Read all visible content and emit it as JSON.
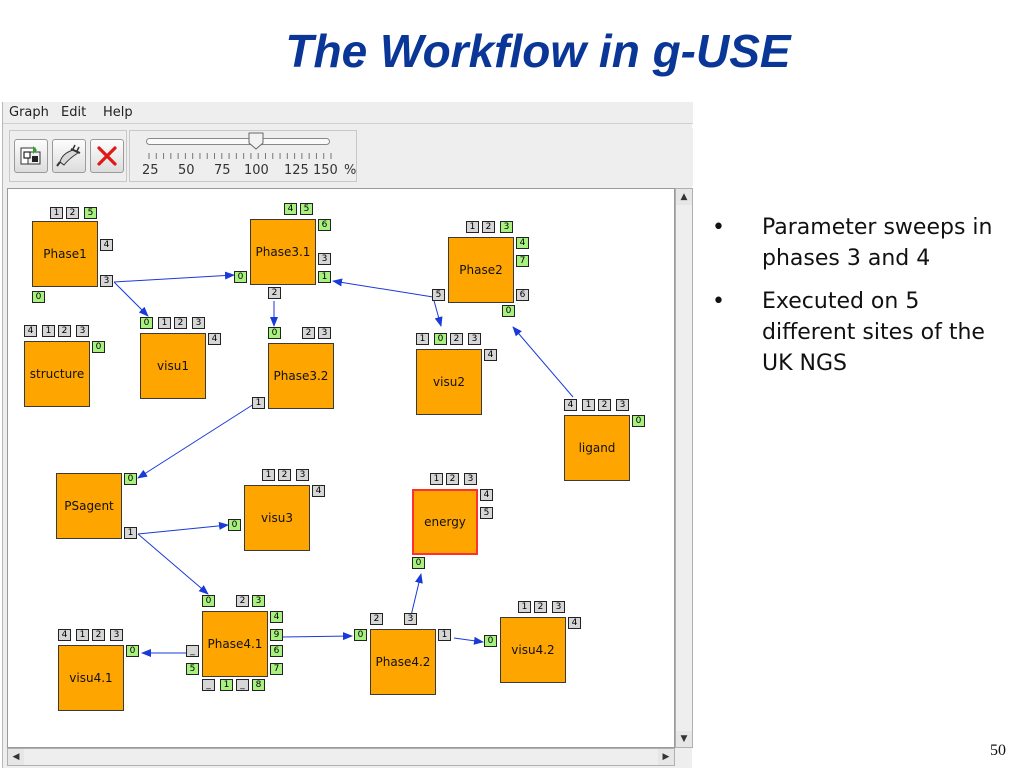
{
  "slide": {
    "title": "The Workflow in g-USE",
    "page_number": "50",
    "bullets": [
      "Parameter sweeps in phases 3 and 4",
      "Executed on 5 different sites of the UK NGS"
    ]
  },
  "menu": [
    "Graph",
    "Edit",
    "Help"
  ],
  "toolbar": {
    "icons": [
      "workflow-icon",
      "plug-icon",
      "close-icon"
    ],
    "zoom_ticks": [
      "25",
      "50",
      "75",
      "100",
      "125",
      "150",
      "%"
    ],
    "zoom_percent": 100
  },
  "nodes": [
    {
      "id": "Phase1",
      "label": "Phase1",
      "selected": false
    },
    {
      "id": "structure",
      "label": "structure",
      "selected": false
    },
    {
      "id": "visu1",
      "label": "visu1",
      "selected": false
    },
    {
      "id": "Phase31",
      "label": "Phase3.1",
      "selected": false
    },
    {
      "id": "Phase32",
      "label": "Phase3.2",
      "selected": false
    },
    {
      "id": "Phase2",
      "label": "Phase2",
      "selected": false
    },
    {
      "id": "visu2",
      "label": "visu2",
      "selected": false
    },
    {
      "id": "ligand",
      "label": "ligand",
      "selected": false
    },
    {
      "id": "PSagent",
      "label": "PSagent",
      "selected": false
    },
    {
      "id": "visu3",
      "label": "visu3",
      "selected": false
    },
    {
      "id": "energy",
      "label": "energy",
      "selected": true
    },
    {
      "id": "Phase41",
      "label": "Phase4.1",
      "selected": false
    },
    {
      "id": "visu41",
      "label": "visu4.1",
      "selected": false
    },
    {
      "id": "Phase42",
      "label": "Phase4.2",
      "selected": false
    },
    {
      "id": "visu42",
      "label": "visu4.2",
      "selected": false
    }
  ],
  "ports": {
    "Phase1": [
      "1",
      "2",
      "5",
      "4",
      "3",
      "0"
    ],
    "structure": [
      "4",
      "1",
      "2",
      "3",
      "0"
    ],
    "visu1": [
      "0",
      "1",
      "2",
      "3",
      "4"
    ],
    "Phase31": [
      "4",
      "5",
      "6",
      "3",
      "0",
      "1",
      "2"
    ],
    "Phase32": [
      "0",
      "2",
      "3",
      "1"
    ],
    "Phase2": [
      "1",
      "2",
      "3",
      "4",
      "7",
      "5",
      "6",
      "0"
    ],
    "visu2": [
      "1",
      "0",
      "2",
      "3",
      "4"
    ],
    "ligand": [
      "4",
      "1",
      "2",
      "3",
      "0"
    ],
    "PSagent": [
      "0",
      "1"
    ],
    "visu3": [
      "1",
      "2",
      "3",
      "4",
      "0"
    ],
    "energy": [
      "1",
      "2",
      "3",
      "4",
      "5",
      "0"
    ],
    "Phase41": [
      "0",
      "2",
      "3",
      "4",
      "9",
      "6",
      "7",
      "_",
      "5",
      "_",
      "1",
      "_",
      "8"
    ],
    "visu41": [
      "4",
      "1",
      "2",
      "3",
      "0"
    ],
    "Phase42": [
      "2",
      "3",
      "0",
      "1"
    ],
    "visu42": [
      "1",
      "2",
      "3",
      "4",
      "0"
    ]
  },
  "colors": {
    "title": "#0a3697",
    "node_fill": "#ffa500",
    "input_port": "#a8f080",
    "output_port": "#d6d6d6",
    "edge": "#1a3ad8",
    "selected_border": "#ff3030"
  }
}
